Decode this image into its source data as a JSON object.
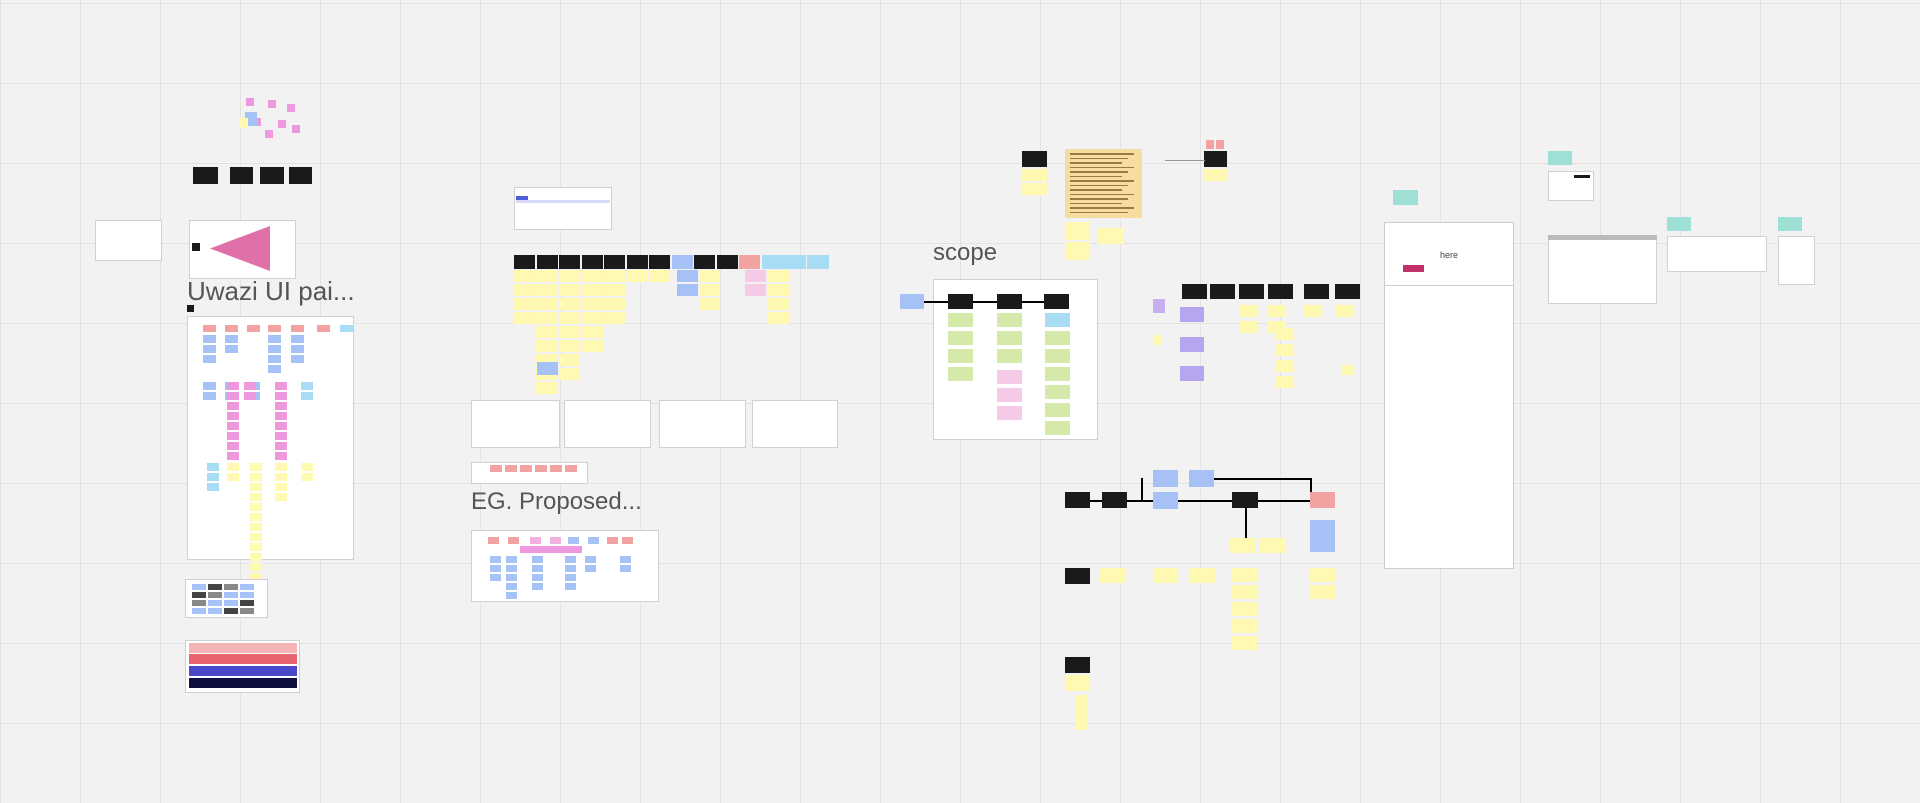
{
  "board": {
    "frames": [
      {
        "title": "Uwazi UI pai..."
      },
      {
        "title": "EG. Proposed..."
      },
      {
        "title": "scope"
      },
      {
        "title": "here"
      }
    ]
  },
  "colors": {
    "sticky_yellow": "#fff9b1",
    "sticky_black": "#1a1a1a",
    "sticky_blue": "#a6c1f5",
    "sticky_green": "#d5eaa8",
    "sticky_pink": "#f5c9e8",
    "sticky_red": "#f3a2a2",
    "sticky_teal": "#9fe0d6",
    "purple": "#8a22a8",
    "magenta": "#c2306a"
  }
}
